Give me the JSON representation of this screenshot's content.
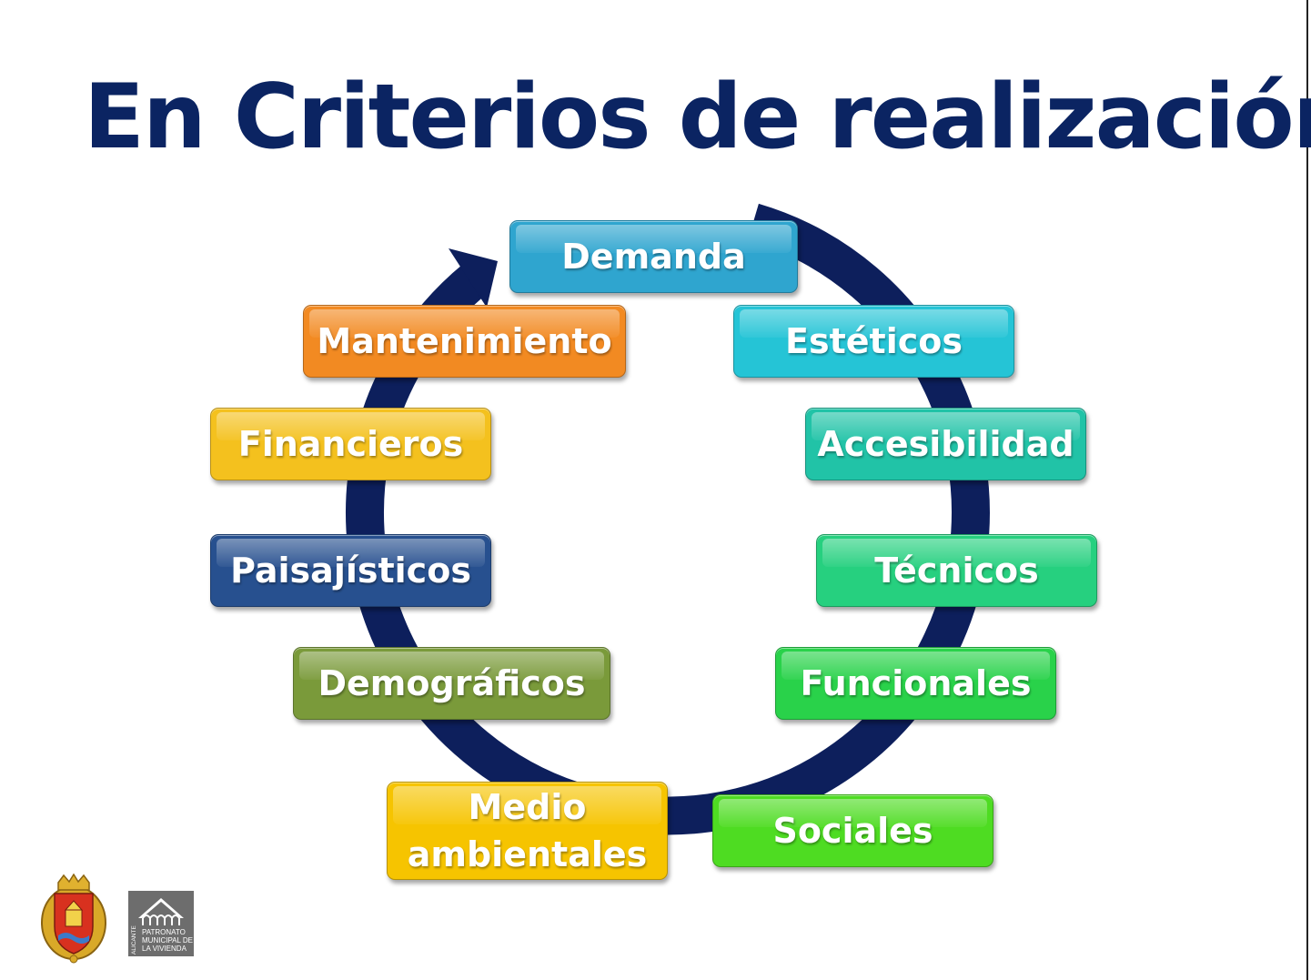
{
  "title": "En Criterios de realización",
  "cycle": {
    "items": [
      {
        "label": "Demanda",
        "color": "#2fa5cf"
      },
      {
        "label": "Estéticos",
        "color": "#25c4d6"
      },
      {
        "label": "Accesibilidad",
        "color": "#21c3a7"
      },
      {
        "label": "Técnicos",
        "color": "#26d07f"
      },
      {
        "label": "Funcionales",
        "color": "#29d24a"
      },
      {
        "label": "Sociales",
        "color": "#4edc22"
      },
      {
        "label": "Medio ambientales",
        "color": "#f6c400"
      },
      {
        "label": "Demográficos",
        "color": "#7a9a3a"
      },
      {
        "label": "Paisajísticos",
        "color": "#27508f"
      },
      {
        "label": "Financieros",
        "color": "#f4c11e"
      },
      {
        "label": "Mantenimiento",
        "color": "#f28a22"
      }
    ],
    "ring_color": "#0d1f5c"
  },
  "logos": {
    "coat_of_arms": "Alicante",
    "patronato_text": [
      "ALICANTE",
      "PATRONATO",
      "MUNICIPAL DE",
      "LA VIVIENDA"
    ]
  }
}
